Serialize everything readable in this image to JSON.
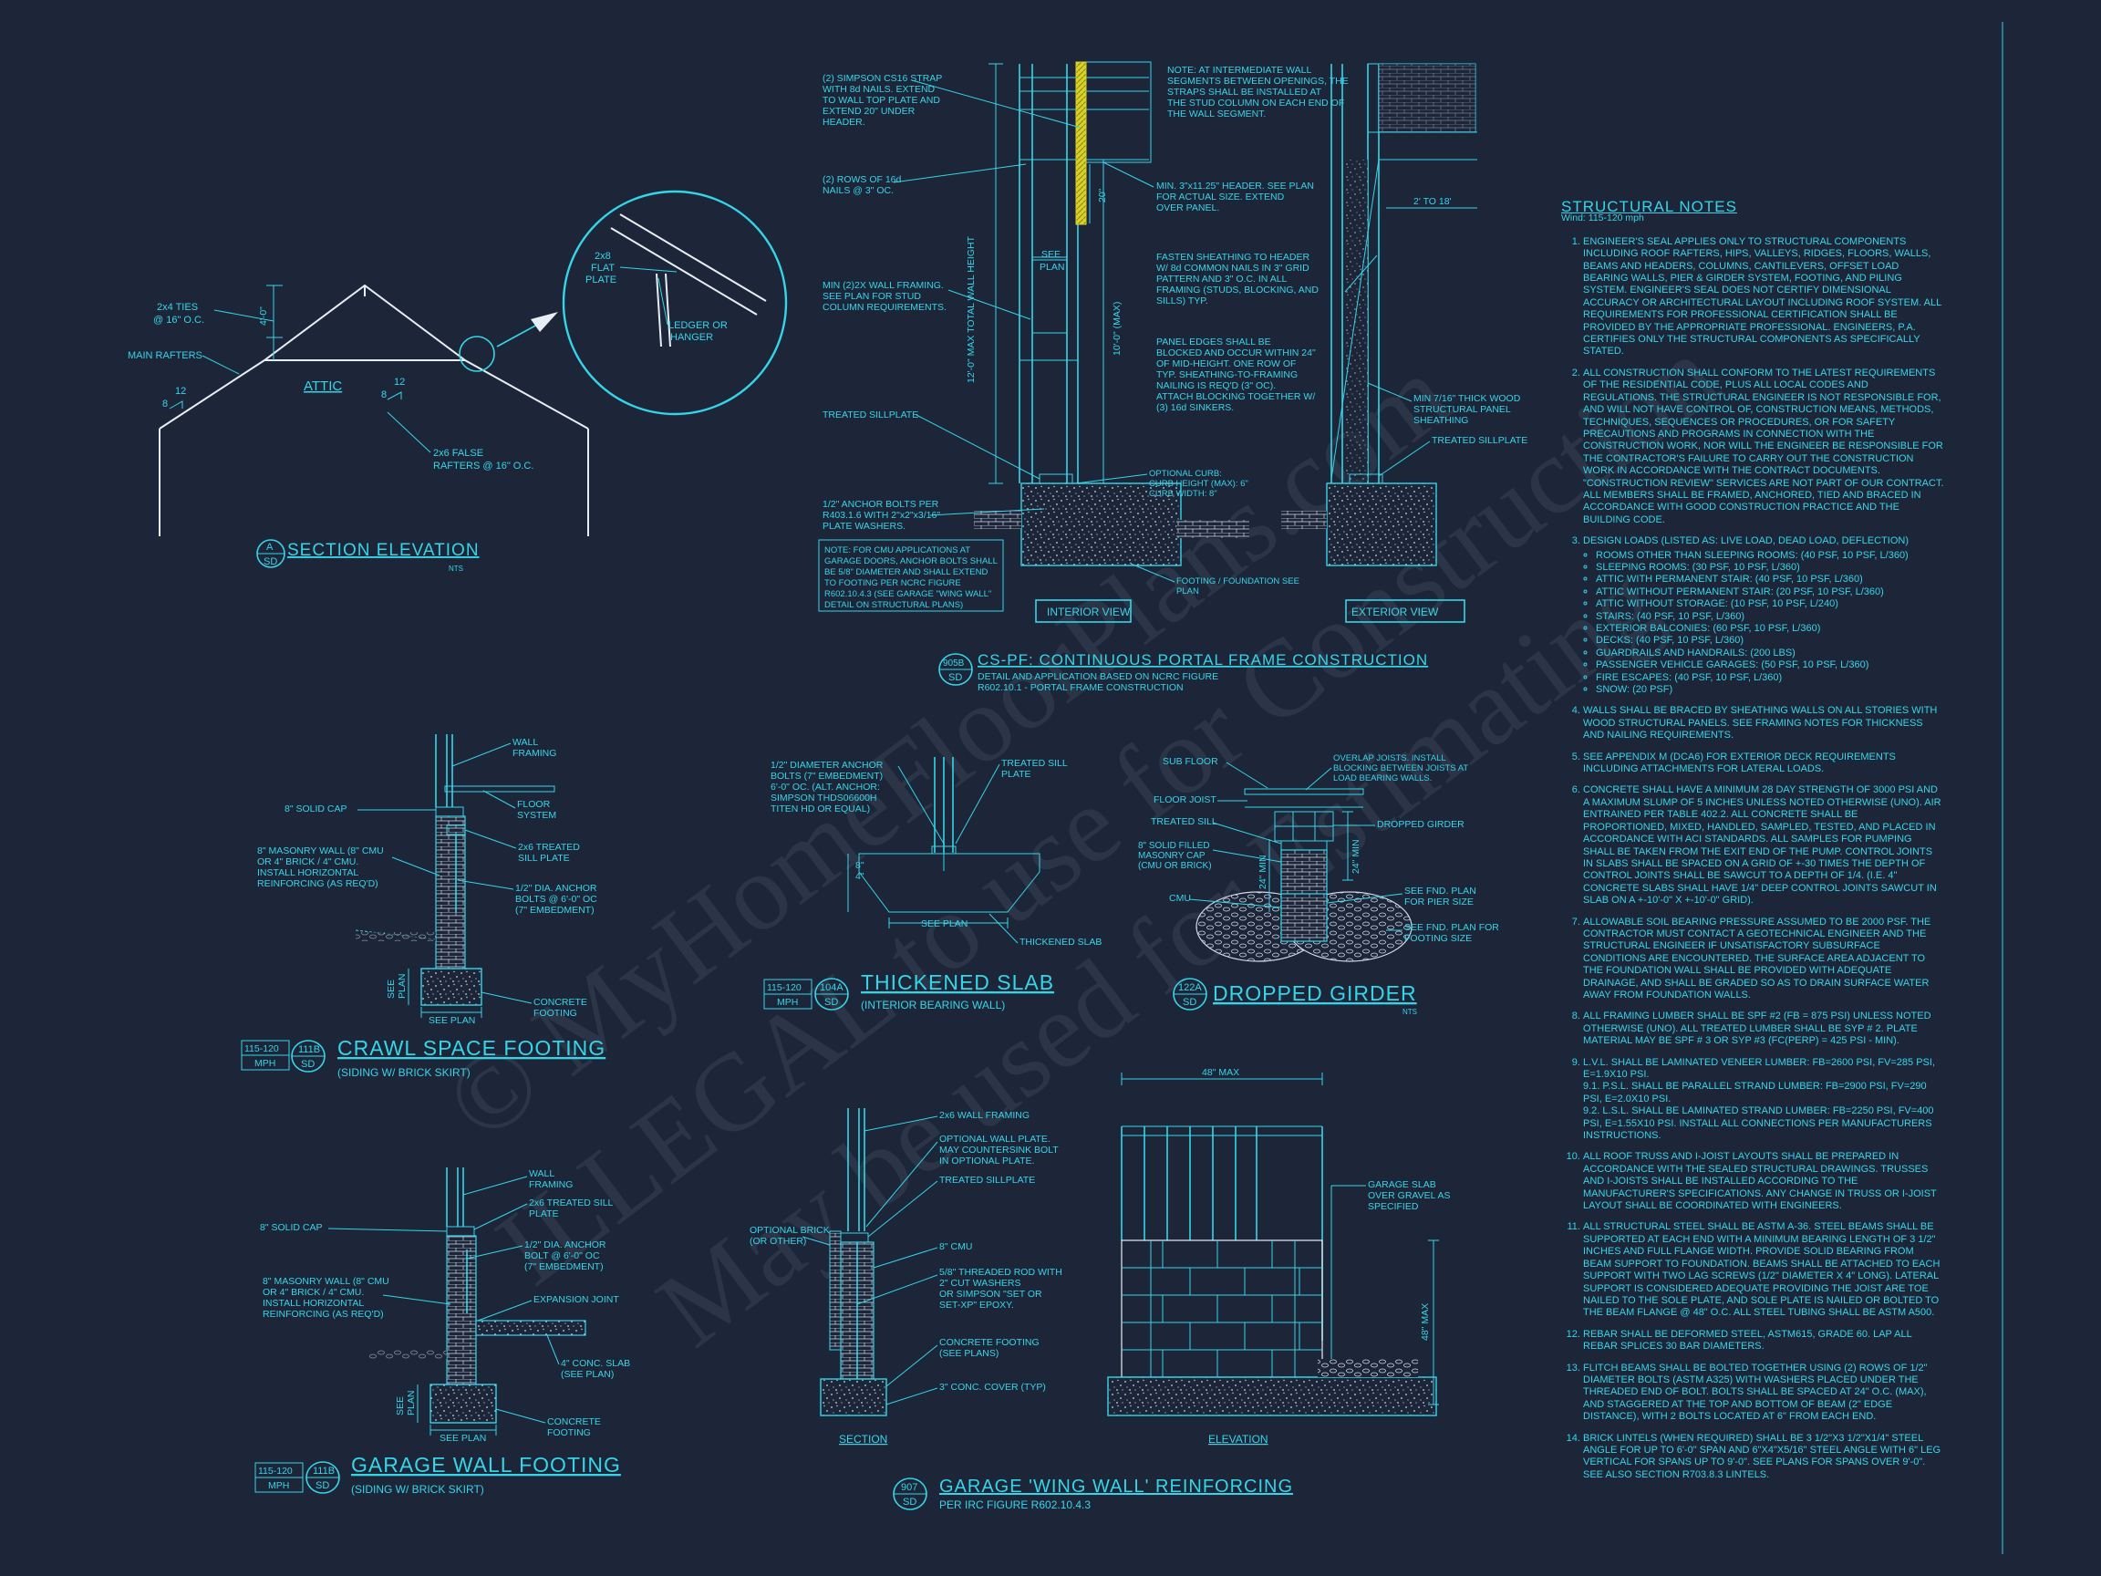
{
  "details": {
    "section_elevation": {
      "tag_top": "A",
      "tag_bottom": "SD",
      "title": "SECTION ELEVATION",
      "scale": "NTS",
      "labels": {
        "ties": "2x4 TIES",
        "ties2": "@ 16\" O.C.",
        "main_rafters": "MAIN RAFTERS",
        "attic": "ATTIC",
        "false_rafters": "2x6 FALSE",
        "false_rafters2": "RAFTERS @ 16\" O.C.",
        "dim": "4'-0\"",
        "pitch_run": "8",
        "pitch_rise": "12",
        "flat_plate": "2x8",
        "flat_plate2": "FLAT",
        "flat_plate3": "PLATE",
        "ledger": "LEDGER OR",
        "ledger2": "HANGER"
      }
    },
    "portal_frame": {
      "tag_top": "905B",
      "tag_bottom": "SD",
      "title": "CS-PF: CONTINUOUS PORTAL FRAME CONSTRUCTION",
      "subtitle1": "DETAIL AND APPLICATION BASED ON NCRC FIGURE",
      "subtitle2": "R602.10.1 - PORTAL FRAME CONSTRUCTION",
      "view_interior": "INTERIOR VIEW",
      "view_exterior": "EXTERIOR VIEW",
      "notes_left": [
        [
          "(2) SIMPSON CS16 STRAP",
          "WITH 8d NAILS. EXTEND",
          "TO WALL TOP PLATE AND",
          "EXTEND 20\" UNDER",
          "HEADER."
        ],
        [
          "(2) ROWS OF 16d",
          "NAILS @ 3\" OC."
        ],
        [
          "MIN (2)2X WALL FRAMING.",
          "SEE PLAN FOR STUD",
          "COLUMN REQUIREMENTS."
        ],
        [
          "TREATED SILLPLATE"
        ],
        [
          "1/2\" ANCHOR BOLTS PER",
          "R403.1.6 WITH 2\"x2\"x3/16\"",
          "PLATE WASHERS."
        ]
      ],
      "note_box": [
        "NOTE: FOR CMU APPLICATIONS AT",
        "GARAGE DOORS, ANCHOR BOLTS SHALL",
        "BE 5/8\" DIAMETER AND SHALL EXTEND",
        "TO FOOTING PER NCRC FIGURE",
        "R602.10.4.3 (SEE GARAGE \"WING WALL\"",
        "DETAIL ON STRUCTURAL PLANS)"
      ],
      "notes_mid": [
        [
          "NOTE: AT INTERMEDIATE WALL",
          "SEGMENTS BETWEEN OPENINGS, THE",
          "STRAPS SHALL BE INSTALLED AT",
          "THE STUD COLUMN ON EACH END OF",
          "THE WALL SEGMENT."
        ],
        [
          "MIN. 3\"x11.25\" HEADER. SEE PLAN",
          "FOR ACTUAL SIZE. EXTEND",
          "OVER PANEL."
        ],
        [
          "FASTEN SHEATHING TO HEADER",
          "W/ 8d COMMON NAILS IN 3\" GRID",
          "PATTERN AND 3\" O.C. IN ALL",
          "FRAMING (STUDS, BLOCKING, AND",
          "SILLS) TYP."
        ],
        [
          "PANEL EDGES SHALL BE",
          "BLOCKED AND OCCUR WITHIN 24\"",
          "OF MID-HEIGHT. ONE ROW OF",
          "TYP. SHEATHING-TO-FRAMING",
          "NAILING IS REQ'D (3\" OC).",
          "ATTACH BLOCKING TOGETHER W/",
          "(3) 16d SINKERS."
        ],
        [
          "OPTIONAL CURB:",
          "CURB HEIGHT (MAX): 6\"",
          "CURB WIDTH: 8\""
        ],
        [
          "FOOTING / FOUNDATION SEE",
          "PLAN"
        ]
      ],
      "dims": {
        "d20": "20\"",
        "see_plan1": "SEE",
        "see_plan2": "PLAN",
        "total": "12'-0\" MAX TOTAL WALL HEIGHT",
        "max10": "10'-0\" (MAX)",
        "range": "2' TO 18'"
      },
      "notes_right": [
        [
          "MIN 7/16\" THICK WOOD",
          "STRUCTURAL PANEL",
          "SHEATHING"
        ],
        [
          "TREATED SILLPLATE"
        ]
      ]
    },
    "crawl_space": {
      "tag_left": "115-120",
      "tag_left2": "MPH",
      "tag_top": "111B",
      "tag_bottom": "SD",
      "title": "CRAWL SPACE FOOTING",
      "subtitle": "(SIDING W/ BRICK SKIRT)",
      "labels": [
        [
          "WALL",
          "FRAMING"
        ],
        [
          "8\" SOLID CAP"
        ],
        [
          "FLOOR",
          "SYSTEM"
        ],
        [
          "8\" MASONRY WALL (8\" CMU",
          "OR 4\" BRICK / 4\" CMU.",
          "INSTALL HORIZONTAL",
          "REINFORCING (AS REQ'D)"
        ],
        [
          "2x6 TREATED",
          "SILL PLATE"
        ],
        [
          "1/2\" DIA. ANCHOR",
          "BOLTS @ 6'-0\" OC",
          "(7\" EMBEDMENT)"
        ],
        [
          "CONCRETE",
          "FOOTING"
        ],
        [
          "SEE PLAN"
        ],
        [
          "SEE",
          "PLAN"
        ]
      ]
    },
    "garage_wall": {
      "tag_left": "115-120",
      "tag_left2": "MPH",
      "tag_top": "111B",
      "tag_bottom": "SD",
      "title": "GARAGE WALL FOOTING",
      "subtitle": "(SIDING W/ BRICK SKIRT)",
      "labels": [
        [
          "WALL",
          "FRAMING"
        ],
        [
          "2x6 TREATED SILL",
          "PLATE"
        ],
        [
          "8\" SOLID CAP"
        ],
        [
          "1/2\" DIA. ANCHOR",
          "BOLT @ 6'-0\" OC",
          "(7\" EMBEDMENT)"
        ],
        [
          "8\" MASONRY WALL (8\" CMU",
          "OR 4\" BRICK / 4\" CMU.",
          "INSTALL HORIZONTAL",
          "REINFORCING (AS REQ'D)"
        ],
        [
          "EXPANSION JOINT"
        ],
        [
          "4\" CONC. SLAB",
          "(SEE PLAN)"
        ],
        [
          "CONCRETE",
          "FOOTING"
        ],
        [
          "SEE PLAN"
        ],
        [
          "SEE",
          "PLAN"
        ]
      ]
    },
    "thickened_slab": {
      "tag_left": "115-120",
      "tag_left2": "MPH",
      "tag_top": "104A",
      "tag_bottom": "SD",
      "title": "THICKENED SLAB",
      "subtitle": "(INTERIOR BEARING WALL)",
      "labels": [
        [
          "1/2\" DIAMETER ANCHOR",
          "BOLTS (7\" EMBEDMENT)",
          "6'-0\" OC. (ALT. ANCHOR:",
          "SIMPSON THDS06600H",
          "TITEN HD OR EQUAL)"
        ],
        [
          "TREATED SILL",
          "PLATE"
        ],
        [
          "SEE PLAN"
        ],
        [
          "THICKENED SLAB"
        ],
        [
          "8\"",
          "4\""
        ]
      ]
    },
    "dropped_girder": {
      "tag_top": "122A",
      "tag_bottom": "SD",
      "title": "DROPPED GIRDER",
      "scale": "NTS",
      "labels": [
        [
          "SUB FLOOR"
        ],
        [
          "OVERLAP JOISTS. INSTALL",
          "BLOCKING BETWEEN JOISTS AT",
          "LOAD BEARING WALLS."
        ],
        [
          "FLOOR JOIST"
        ],
        [
          "DROPPED GIRDER"
        ],
        [
          "TREATED SILL"
        ],
        [
          "8\" SOLID FILLED",
          "MASONRY CAP",
          "(CMU OR BRICK)"
        ],
        [
          "24\" MIN"
        ],
        [
          "24\" MIN"
        ],
        [
          "CMU"
        ],
        [
          "SEE FND. PLAN",
          "FOR PIER SIZE"
        ],
        [
          "SEE FND. PLAN FOR",
          "FOOTING SIZE"
        ]
      ]
    },
    "wing_wall": {
      "tag_top": "907",
      "tag_bottom": "SD",
      "title": "GARAGE 'WING WALL' REINFORCING",
      "subtitle": "PER IRC FIGURE R602.10.4.3",
      "section": "SECTION",
      "elevation": "ELEVATION",
      "labels": [
        [
          "2x6 WALL FRAMING"
        ],
        [
          "OPTIONAL WALL PLATE.",
          "MAY COUNTERSINK BOLT",
          "IN OPTIONAL PLATE."
        ],
        [
          "TREATED SILLPLATE"
        ],
        [
          "OPTIONAL BRICK",
          "(OR OTHER)"
        ],
        [
          "8\" CMU"
        ],
        [
          "5/8\" THREADED ROD WITH",
          "2\" CUT WASHERS",
          "OR SIMPSON \"SET OR",
          "SET-XP\" EPOXY."
        ],
        [
          "CONCRETE FOOTING",
          "(SEE PLANS)"
        ],
        [
          "3\" CONC. COVER (TYP)"
        ],
        [
          "GARAGE SLAB",
          "OVER GRAVEL AS",
          "SPECIFIED"
        ]
      ],
      "dim_width": "48\" MAX",
      "dim_height": "48\" MAX"
    }
  },
  "structural_notes": {
    "heading": "STRUCTURAL NOTES",
    "wind": "Wind: 115-120 mph",
    "items": [
      "ENGINEER'S SEAL APPLIES ONLY TO STRUCTURAL COMPONENTS INCLUDING ROOF RAFTERS, HIPS, VALLEYS, RIDGES, FLOORS, WALLS, BEAMS AND HEADERS, COLUMNS, CANTILEVERS, OFFSET LOAD BEARING WALLS, PIER & GIRDER SYSTEM, FOOTING, AND PILING SYSTEM. ENGINEER'S SEAL DOES NOT CERTIFY DIMENSIONAL ACCURACY OR ARCHITECTURAL LAYOUT INCLUDING ROOF SYSTEM. ALL REQUIREMENTS FOR PROFESSIONAL CERTIFICATION SHALL BE PROVIDED BY THE APPROPRIATE PROFESSIONAL. ENGINEERS, P.A. CERTIFIES ONLY THE STRUCTURAL COMPONENTS AS SPECIFICALLY STATED.",
      "ALL CONSTRUCTION SHALL CONFORM TO THE LATEST REQUIREMENTS OF THE RESIDENTIAL CODE, PLUS ALL LOCAL CODES AND REGULATIONS. THE STRUCTURAL ENGINEER IS NOT RESPONSIBLE FOR, AND WILL NOT HAVE CONTROL OF, CONSTRUCTION MEANS, METHODS, TECHNIQUES, SEQUENCES OR PROCEDURES, OR FOR SAFETY PRECAUTIONS AND PROGRAMS IN CONNECTION WITH THE CONSTRUCTION WORK, NOR WILL THE ENGINEER BE RESPONSIBLE FOR THE CONTRACTOR'S FAILURE TO CARRY OUT THE CONSTRUCTION WORK IN ACCORDANCE WITH THE CONTRACT DOCUMENTS. \"CONSTRUCTION REVIEW\" SERVICES ARE NOT PART OF OUR CONTRACT. ALL MEMBERS SHALL BE FRAMED, ANCHORED, TIED AND BRACED IN ACCORDANCE WITH GOOD CONSTRUCTION PRACTICE AND THE BUILDING CODE."
    ],
    "item3_intro": "DESIGN LOADS (LISTED AS: LIVE LOAD, DEAD LOAD, DEFLECTION)",
    "loads": [
      "ROOMS OTHER THAN SLEEPING ROOMS: (40 PSF, 10 PSF, L/360)",
      "SLEEPING ROOMS: (30 PSF, 10 PSF, L/360)",
      "ATTIC WITH PERMANENT STAIR: (40 PSF, 10 PSF, L/360)",
      "ATTIC WITHOUT PERMANENT STAIR: (20 PSF, 10 PSF, L/360)",
      "ATTIC WITHOUT STORAGE: (10 PSF, 10 PSF, L/240)",
      "STAIRS: (40 PSF, 10 PSF, L/360)",
      "EXTERIOR BALCONIES: (60 PSF, 10 PSF, L/360)",
      "DECKS: (40 PSF, 10 PSF, L/360)",
      "GUARDRAILS AND HANDRAILS: (200 LBS)",
      "PASSENGER VEHICLE GARAGES: (50 PSF, 10 PSF, L/360)",
      "FIRE ESCAPES: (40 PSF, 10 PSF, L/360)",
      "SNOW: (20 PSF)"
    ],
    "items_after": [
      "WALLS SHALL BE BRACED BY SHEATHING WALLS ON ALL STORIES WITH WOOD STRUCTURAL PANELS. SEE FRAMING NOTES FOR THICKNESS AND NAILING REQUIREMENTS.",
      "SEE APPENDIX M (DCA6) FOR EXTERIOR DECK REQUIREMENTS INCLUDING ATTACHMENTS FOR LATERAL LOADS.",
      "CONCRETE SHALL HAVE A MINIMUM 28 DAY STRENGTH OF 3000 PSI AND A MAXIMUM SLUMP OF 5 INCHES UNLESS NOTED OTHERWISE (UNO). AIR ENTRAINED PER TABLE 402.2. ALL CONCRETE SHALL BE PROPORTIONED, MIXED, HANDLED, SAMPLED, TESTED, AND PLACED IN ACCORDANCE WITH ACI STANDARDS. ALL SAMPLES FOR PUMPING SHALL BE TAKEN FROM THE EXIT END OF THE PUMP. CONTROL JOINTS IN SLABS SHALL BE SPACED ON A GRID OF +-30 TIMES THE DEPTH OF CONTROL JOINTS SHALL BE SAWCUT TO A DEPTH OF 1/4. (I.E. 4\" CONCRETE SLABS SHALL HAVE 1/4\" DEEP CONTROL JOINTS SAWCUT IN SLAB ON A +-10'-0\" x +-10'-0\" GRID).",
      "ALLOWABLE SOIL BEARING PRESSURE ASSUMED TO BE 2000 PSF. THE CONTRACTOR MUST CONTACT A GEOTECHNICAL ENGINEER AND THE STRUCTURAL ENGINEER IF UNSATISFACTORY SUBSURFACE CONDITIONS ARE ENCOUNTERED. THE SURFACE AREA ADJACENT TO THE FOUNDATION WALL SHALL BE PROVIDED WITH ADEQUATE DRAINAGE, AND SHALL BE GRADED SO AS TO DRAIN SURFACE WATER AWAY FROM FOUNDATION WALLS.",
      "ALL FRAMING LUMBER SHALL BE SPF #2 (Fb = 875 PSI) UNLESS NOTED OTHERWISE (UNO). ALL TREATED LUMBER SHALL BE SYP # 2. PLATE MATERIAL MAY BE SPF # 3 OR SYP #3 (Fc(perp) = 425 PSI - MIN)."
    ],
    "item9": "L.V.L. SHALL BE LAMINATED VENEER LUMBER: Fb=2600 PSI, Fv=285 PSI, E=1.9x10 PSI.",
    "item9_subs": [
      "9.1.   P.S.L. SHALL BE PARALLEL STRAND LUMBER: Fb=2900 PSI, Fv=290 PSI, E=2.0x10 PSI.",
      "9.2.   L.S.L. SHALL BE LAMINATED STRAND LUMBER: Fb=2250 PSI, Fv=400 PSI, E=1.55x10 PSI. INSTALL ALL CONNECTIONS PER MANUFACTURERS INSTRUCTIONS."
    ],
    "items_end": [
      "ALL ROOF TRUSS AND I-JOIST LAYOUTS SHALL BE PREPARED IN ACCORDANCE WITH THE SEALED STRUCTURAL DRAWINGS. TRUSSES AND I-JOISTS SHALL BE INSTALLED ACCORDING TO THE MANUFACTURER'S SPECIFICATIONS. ANY CHANGE IN TRUSS OR I-JOIST LAYOUT SHALL BE COORDINATED WITH ENGINEERS.",
      "ALL STRUCTURAL STEEL SHALL BE ASTM A-36. STEEL BEAMS SHALL BE SUPPORTED AT EACH END WITH A MINIMUM BEARING LENGTH OF 3 1/2\" INCHES AND FULL FLANGE WIDTH. PROVIDE SOLID BEARING FROM BEAM SUPPORT TO FOUNDATION. BEAMS SHALL BE ATTACHED TO EACH SUPPORT WITH TWO LAG SCREWS (1/2\" DIAMETER x 4\" LONG). LATERAL SUPPORT IS CONSIDERED ADEQUATE PROVIDING THE JOIST ARE TOE NAILED TO THE SOLE PLATE, AND SOLE PLATE IS NAILED OR BOLTED TO THE BEAM FLANGE @ 48\" O.C. ALL STEEL TUBING SHALL BE ASTM A500.",
      "REBAR SHALL BE DEFORMED STEEL, ASTM615, GRADE 60. LAP ALL REBAR SPLICES 30 BAR DIAMETERS.",
      "FLITCH BEAMS SHALL BE BOLTED TOGETHER USING (2) ROWS OF 1/2\" DIAMETER BOLTS (ASTM A325) WITH WASHERS PLACED UNDER THE THREADED END OF BOLT. BOLTS SHALL BE SPACED AT 24\" O.C. (MAX), AND STAGGERED AT THE TOP AND BOTTOM OF BEAM (2\" EDGE DISTANCE), WITH 2 BOLTS LOCATED AT 6\" FROM EACH END.",
      "BRICK LINTELS (WHEN REQUIRED) SHALL BE 3 1/2\"x3 1/2\"x1/4\" STEEL ANGLE FOR UP TO 6'-0\" SPAN AND 6\"x4\"x5/16\" STEEL ANGLE WITH 6\" LEG VERTICAL FOR SPANS UP TO 9'-0\". SEE PLANS FOR SPANS OVER 9'-0\". SEE ALSO SECTION R703.8.3 LINTELS."
    ]
  },
  "watermark": {
    "line1": "© MyHomeFloorPlans.com",
    "line2": "ILLEGAL to use for Construction",
    "line3": "May be used for Estimating"
  }
}
